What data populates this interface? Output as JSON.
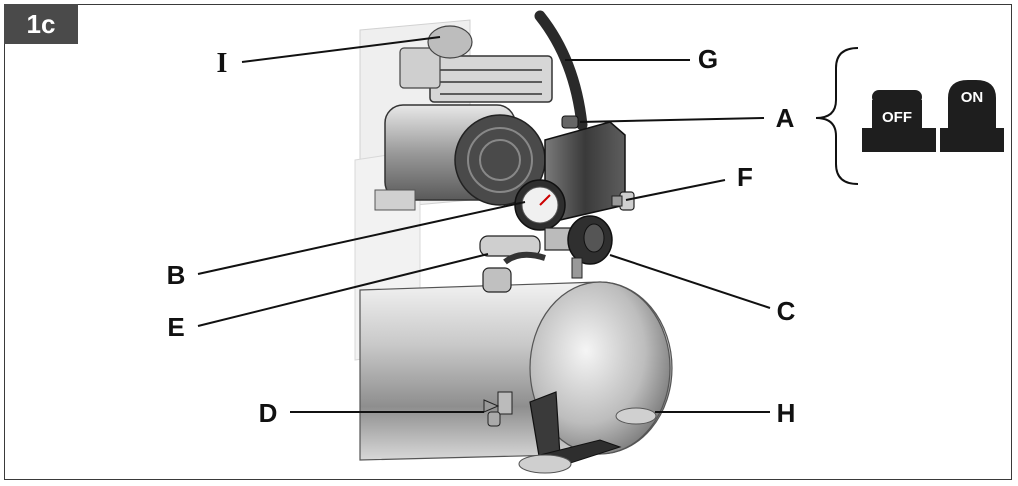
{
  "figure": {
    "id": "1c"
  },
  "callouts": {
    "I": "I",
    "G": "G",
    "A": "A",
    "F": "F",
    "B": "B",
    "C": "C",
    "E": "E",
    "D": "D",
    "H": "H"
  },
  "switch_states": {
    "off": "OFF",
    "on": "ON"
  }
}
